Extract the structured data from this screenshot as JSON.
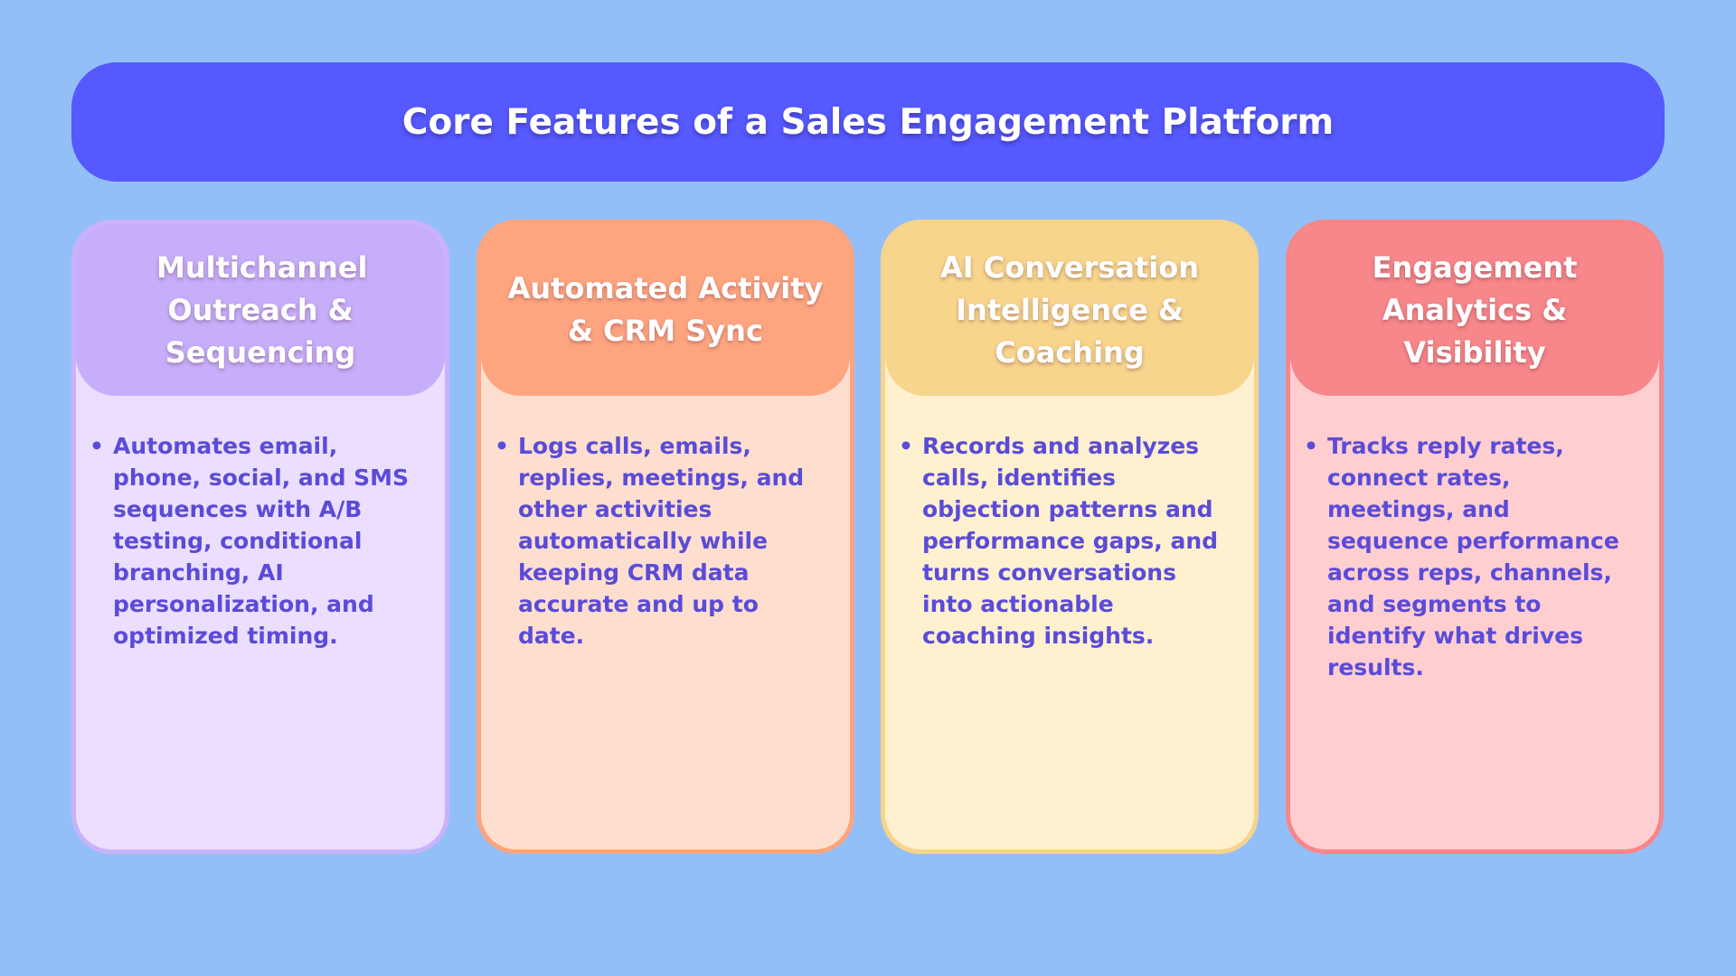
{
  "title": "Core Features of a Sales Engagement Platform",
  "colors": {
    "background": "#93BFF8",
    "title_bar": "#5659FD",
    "body_text": "#5A4BD8"
  },
  "cards": [
    {
      "title": "Multichannel Outreach & Sequencing",
      "bullets": [
        "Automates email, phone, social, and SMS sequences with A/B testing, conditional branching, AI personalization, and optimized timing."
      ],
      "header_color": "#C7AEFB",
      "body_color": "#EBDEFF"
    },
    {
      "title": "Automated Activity & CRM Sync",
      "bullets": [
        "Logs calls, emails, replies, meetings, and other activities automatically while keeping CRM data accurate and up to date."
      ],
      "header_color": "#FEA580",
      "body_color": "#FEDECF"
    },
    {
      "title": "AI Conversation Intelligence & Coaching",
      "bullets": [
        "Records and analyzes calls, identifies objection patterns and performance gaps, and turns conversations into actionable coaching insights."
      ],
      "header_color": "#F8D58C",
      "body_color": "#FFF0CF"
    },
    {
      "title": "Engagement Analytics & Visibility",
      "bullets": [
        "Tracks reply rates, connect rates, meetings, and sequence performance across reps, channels, and segments to identify what drives results."
      ],
      "header_color": "#F7878A",
      "body_color": "#FFCED1"
    }
  ]
}
